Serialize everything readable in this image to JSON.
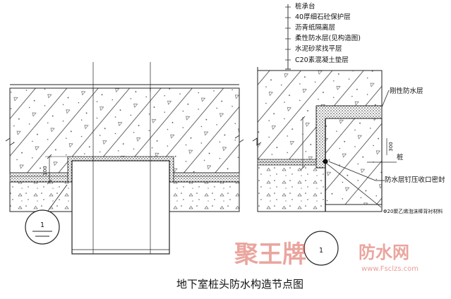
{
  "layer_labels": [
    "桩承台",
    "40厚细石砼保护层",
    "沥青纸隔离层",
    "柔性防水层(见构造图)",
    "水泥砂浆找平层",
    "C20素混凝土垫层"
  ],
  "callouts": {
    "rigid": "刚性防水层",
    "pile": "桩",
    "seal": "防水层钉压收口密封",
    "rod": "Φ20聚乙烯泡沫棒背衬材料"
  },
  "dimensions": {
    "left_dim": "100",
    "right_dim": "300"
  },
  "detail_markers": {
    "left": "1",
    "right": "1"
  },
  "title": "地下室桩头防水构造节点图",
  "watermark": {
    "brand": "聚王牌",
    "site_name": "防水网",
    "url": "www.Fsclzs.com"
  }
}
